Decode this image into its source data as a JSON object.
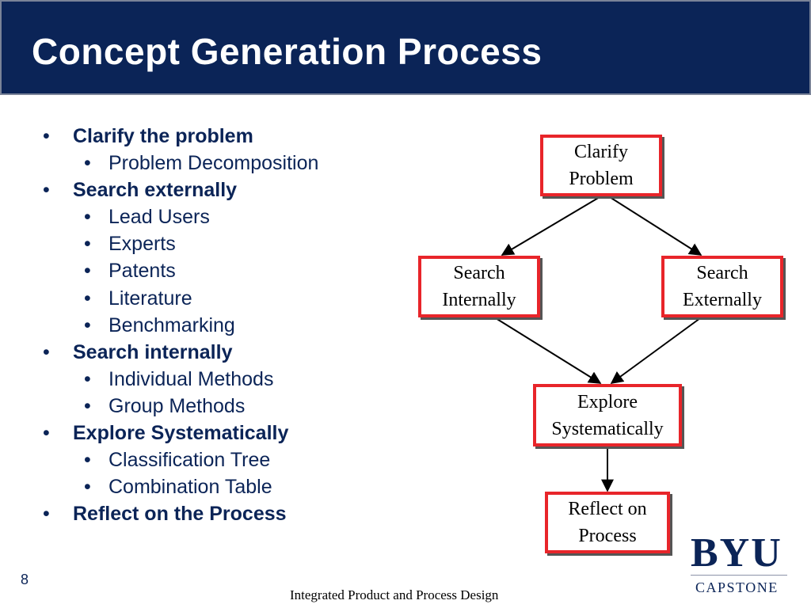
{
  "slide": {
    "title": "Concept Generation Process",
    "page_number": "8",
    "footer": "Integrated Product and Process Design"
  },
  "bullets": [
    {
      "level": 1,
      "text": "Clarify the problem"
    },
    {
      "level": 2,
      "text": "Problem Decomposition"
    },
    {
      "level": 1,
      "text": "Search externally"
    },
    {
      "level": 2,
      "text": "Lead Users"
    },
    {
      "level": 2,
      "text": "Experts"
    },
    {
      "level": 2,
      "text": "Patents"
    },
    {
      "level": 2,
      "text": "Literature"
    },
    {
      "level": 2,
      "text": "Benchmarking"
    },
    {
      "level": 1,
      "text": "Search internally"
    },
    {
      "level": 2,
      "text": "Individual Methods"
    },
    {
      "level": 2,
      "text": "Group Methods"
    },
    {
      "level": 1,
      "text": "Explore Systematically"
    },
    {
      "level": 2,
      "text": "Classification Tree"
    },
    {
      "level": 2,
      "text": "Combination Table"
    },
    {
      "level": 1,
      "text": "Reflect on the Process"
    }
  ],
  "flowchart": {
    "nodes": [
      {
        "id": "clarify",
        "label": "Clarify\nProblem"
      },
      {
        "id": "search_internally",
        "label": "Search\nInternally"
      },
      {
        "id": "search_externally",
        "label": "Search\nExternally"
      },
      {
        "id": "explore",
        "label": "Explore\nSystematically"
      },
      {
        "id": "reflect",
        "label": "Reflect on\nProcess"
      }
    ],
    "edges": [
      {
        "from": "clarify",
        "to": "search_internally"
      },
      {
        "from": "clarify",
        "to": "search_externally"
      },
      {
        "from": "search_internally",
        "to": "explore"
      },
      {
        "from": "search_externally",
        "to": "explore"
      },
      {
        "from": "explore",
        "to": "reflect"
      }
    ]
  },
  "logo": {
    "wordmark": "BYU",
    "subtitle": "CAPSTONE"
  },
  "colors": {
    "navy": "#0b2457",
    "node_border": "#e8252a"
  }
}
